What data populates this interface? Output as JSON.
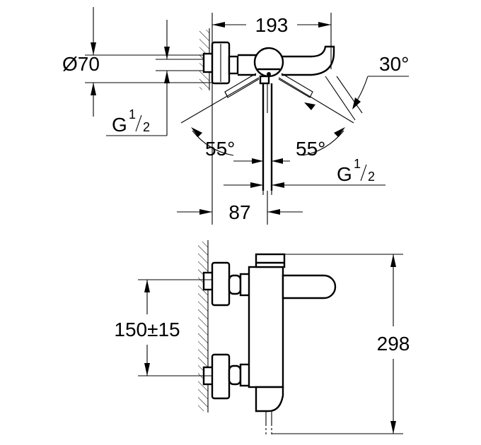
{
  "top_view": {
    "dim_width": "193",
    "dim_diameter": "Ø70",
    "dim_thread_left_main": "G",
    "dim_thread_left_num": "1",
    "dim_thread_left_den": "2",
    "dim_angle_spout": "30°",
    "dim_angle_left": "55°",
    "dim_angle_right": "55°",
    "dim_thread_right_main": "G",
    "dim_thread_right_num": "1",
    "dim_thread_right_den": "2",
    "dim_depth": "87"
  },
  "side_view": {
    "dim_spacing": "150±15",
    "dim_height": "298"
  }
}
